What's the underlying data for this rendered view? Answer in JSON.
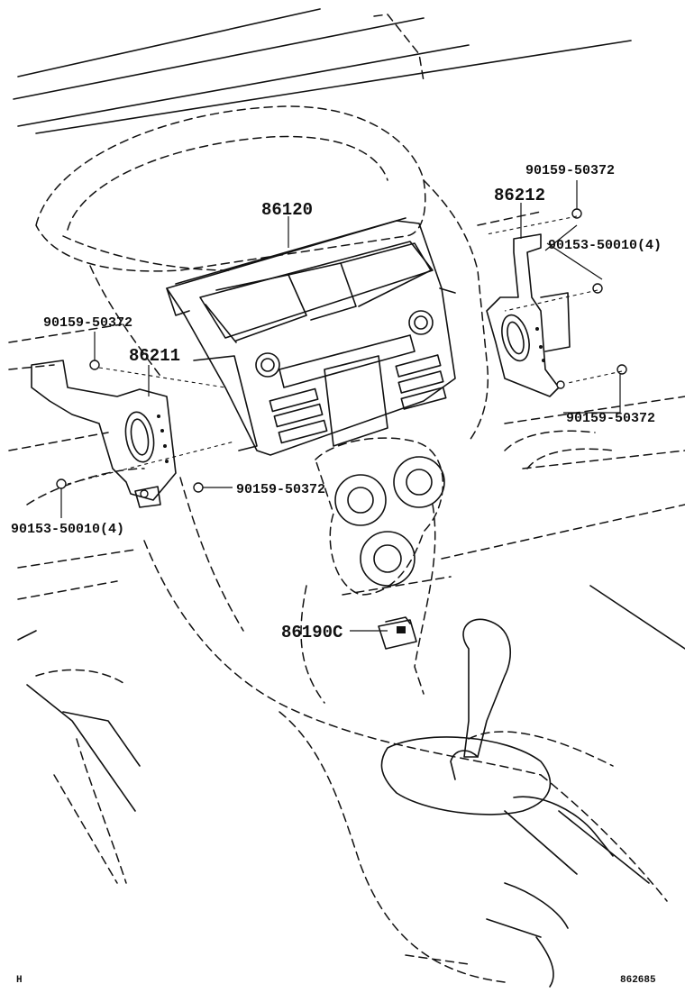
{
  "labels": {
    "p86120": "86120",
    "p86212": "86212",
    "p86211": "86211",
    "p86190c": "86190C",
    "screw_top_right": "90159-50372",
    "nut_right": "90153-50010(4)",
    "screw_right_lower": "90159-50372",
    "screw_left_upper": "90159-50372",
    "screw_center": "90159-50372",
    "nut_left": "90153-50010(4)"
  },
  "footer": {
    "left_code": "H",
    "right_code": "862685"
  }
}
